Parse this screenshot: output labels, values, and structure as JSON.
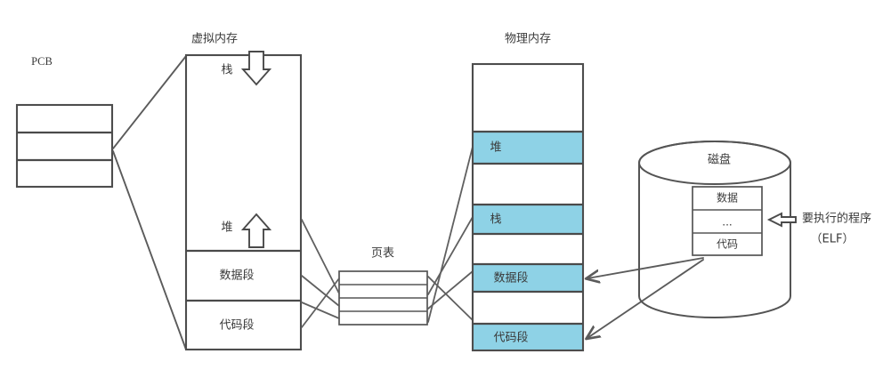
{
  "diagram": {
    "title_pcb": "PCB",
    "title_virtual_memory": "虚拟内存",
    "title_page_table": "页表",
    "title_physical_memory": "物理内存",
    "title_disk": "磁盘"
  },
  "colors": {
    "highlight": "#8ed2e6",
    "stroke": "#4d4d4d",
    "text": "#3a3a3a",
    "background": "#ffffff"
  },
  "pcb": {
    "label": "PCB",
    "rows": [
      "",
      "",
      ""
    ]
  },
  "virtual_memory": {
    "label": "虚拟内存",
    "segments": [
      {
        "name": "stack",
        "label": "栈",
        "arrow": "down-arrow-icon"
      },
      {
        "name": "heap",
        "label": "堆",
        "arrow": "up-arrow-icon"
      },
      {
        "name": "data",
        "label": "数据段",
        "arrow": ""
      },
      {
        "name": "code",
        "label": "代码段",
        "arrow": ""
      }
    ]
  },
  "page_table": {
    "label": "页表",
    "entries": [
      "",
      "",
      "",
      ""
    ]
  },
  "physical_memory": {
    "label": "物理内存",
    "cells": [
      {
        "label": "",
        "highlighted": false
      },
      {
        "label": "堆",
        "highlighted": true
      },
      {
        "label": "",
        "highlighted": false
      },
      {
        "label": "栈",
        "highlighted": true
      },
      {
        "label": "",
        "highlighted": false
      },
      {
        "label": "数据段",
        "highlighted": true
      },
      {
        "label": "",
        "highlighted": false
      },
      {
        "label": "代码段",
        "highlighted": true
      }
    ]
  },
  "disk": {
    "label": "磁盘",
    "file_rows": [
      "数据",
      "...",
      "代码"
    ],
    "annotation_line1": "要执行的程序",
    "annotation_line2": "（ELF）"
  }
}
